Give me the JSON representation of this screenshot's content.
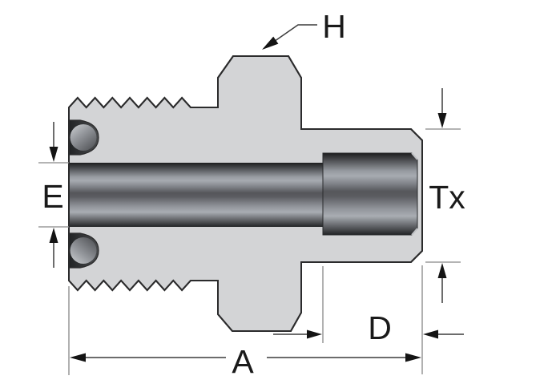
{
  "drawing": {
    "labels": {
      "hex_flats": "H",
      "bore_diameter": "E",
      "tube_socket": "Tx",
      "socket_depth": "D",
      "overall_length": "A"
    },
    "colors": {
      "background": "#ffffff",
      "body_fill": "#d3d4d6",
      "outline": "#2b2b2c",
      "metal_dark": "#1d1e20",
      "metal_mid": "#55565a",
      "metal_light": "#a7abb1",
      "dimension_line": "#3c3c3c",
      "extension_line": "#878787",
      "arrow": "#141414",
      "label_text": "#1a1a1a"
    }
  }
}
